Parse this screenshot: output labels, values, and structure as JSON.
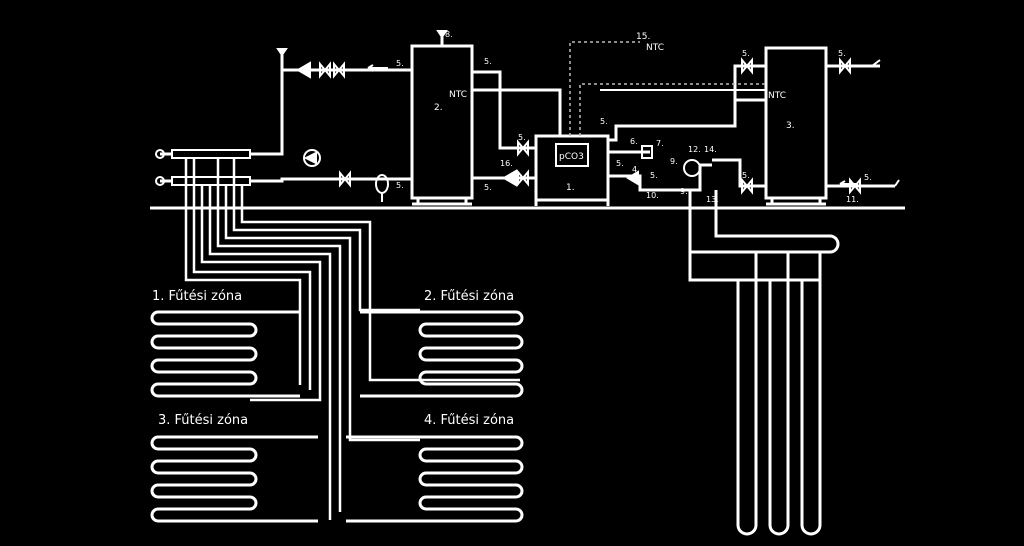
{
  "colors": {
    "background": "#000000",
    "line": "#ffffff",
    "dashed": "#bdbdbd"
  },
  "zones": [
    {
      "label": "1. Fűtési zóna"
    },
    {
      "label": "2. Fűtési zóna"
    },
    {
      "label": "3. Fűtési zóna"
    },
    {
      "label": "4. Fűtési zóna"
    }
  ],
  "tanks": {
    "buffer": {
      "number": "2.",
      "sensor": "NTC"
    },
    "dhw": {
      "number": "3.",
      "sensor": "NTC"
    }
  },
  "heat_pump": {
    "number": "1.",
    "controller": "pCO3"
  },
  "external_sensor": {
    "number": "15.",
    "label": "NTC"
  },
  "callouts": {
    "c5": "5.",
    "c8": "8.",
    "c16": "16.",
    "c6": "6.",
    "c7": "7.",
    "c4": "4.",
    "c9": "9.",
    "c10": "10.",
    "c11": "11.",
    "c12": "12.",
    "c13": "13.",
    "c14": "14."
  },
  "icons": {
    "pump": "circulation-pump-icon",
    "valve": "ball-valve-icon",
    "check_valve": "check-valve-icon",
    "expansion": "expansion-vessel-icon",
    "vent": "air-vent-icon"
  }
}
